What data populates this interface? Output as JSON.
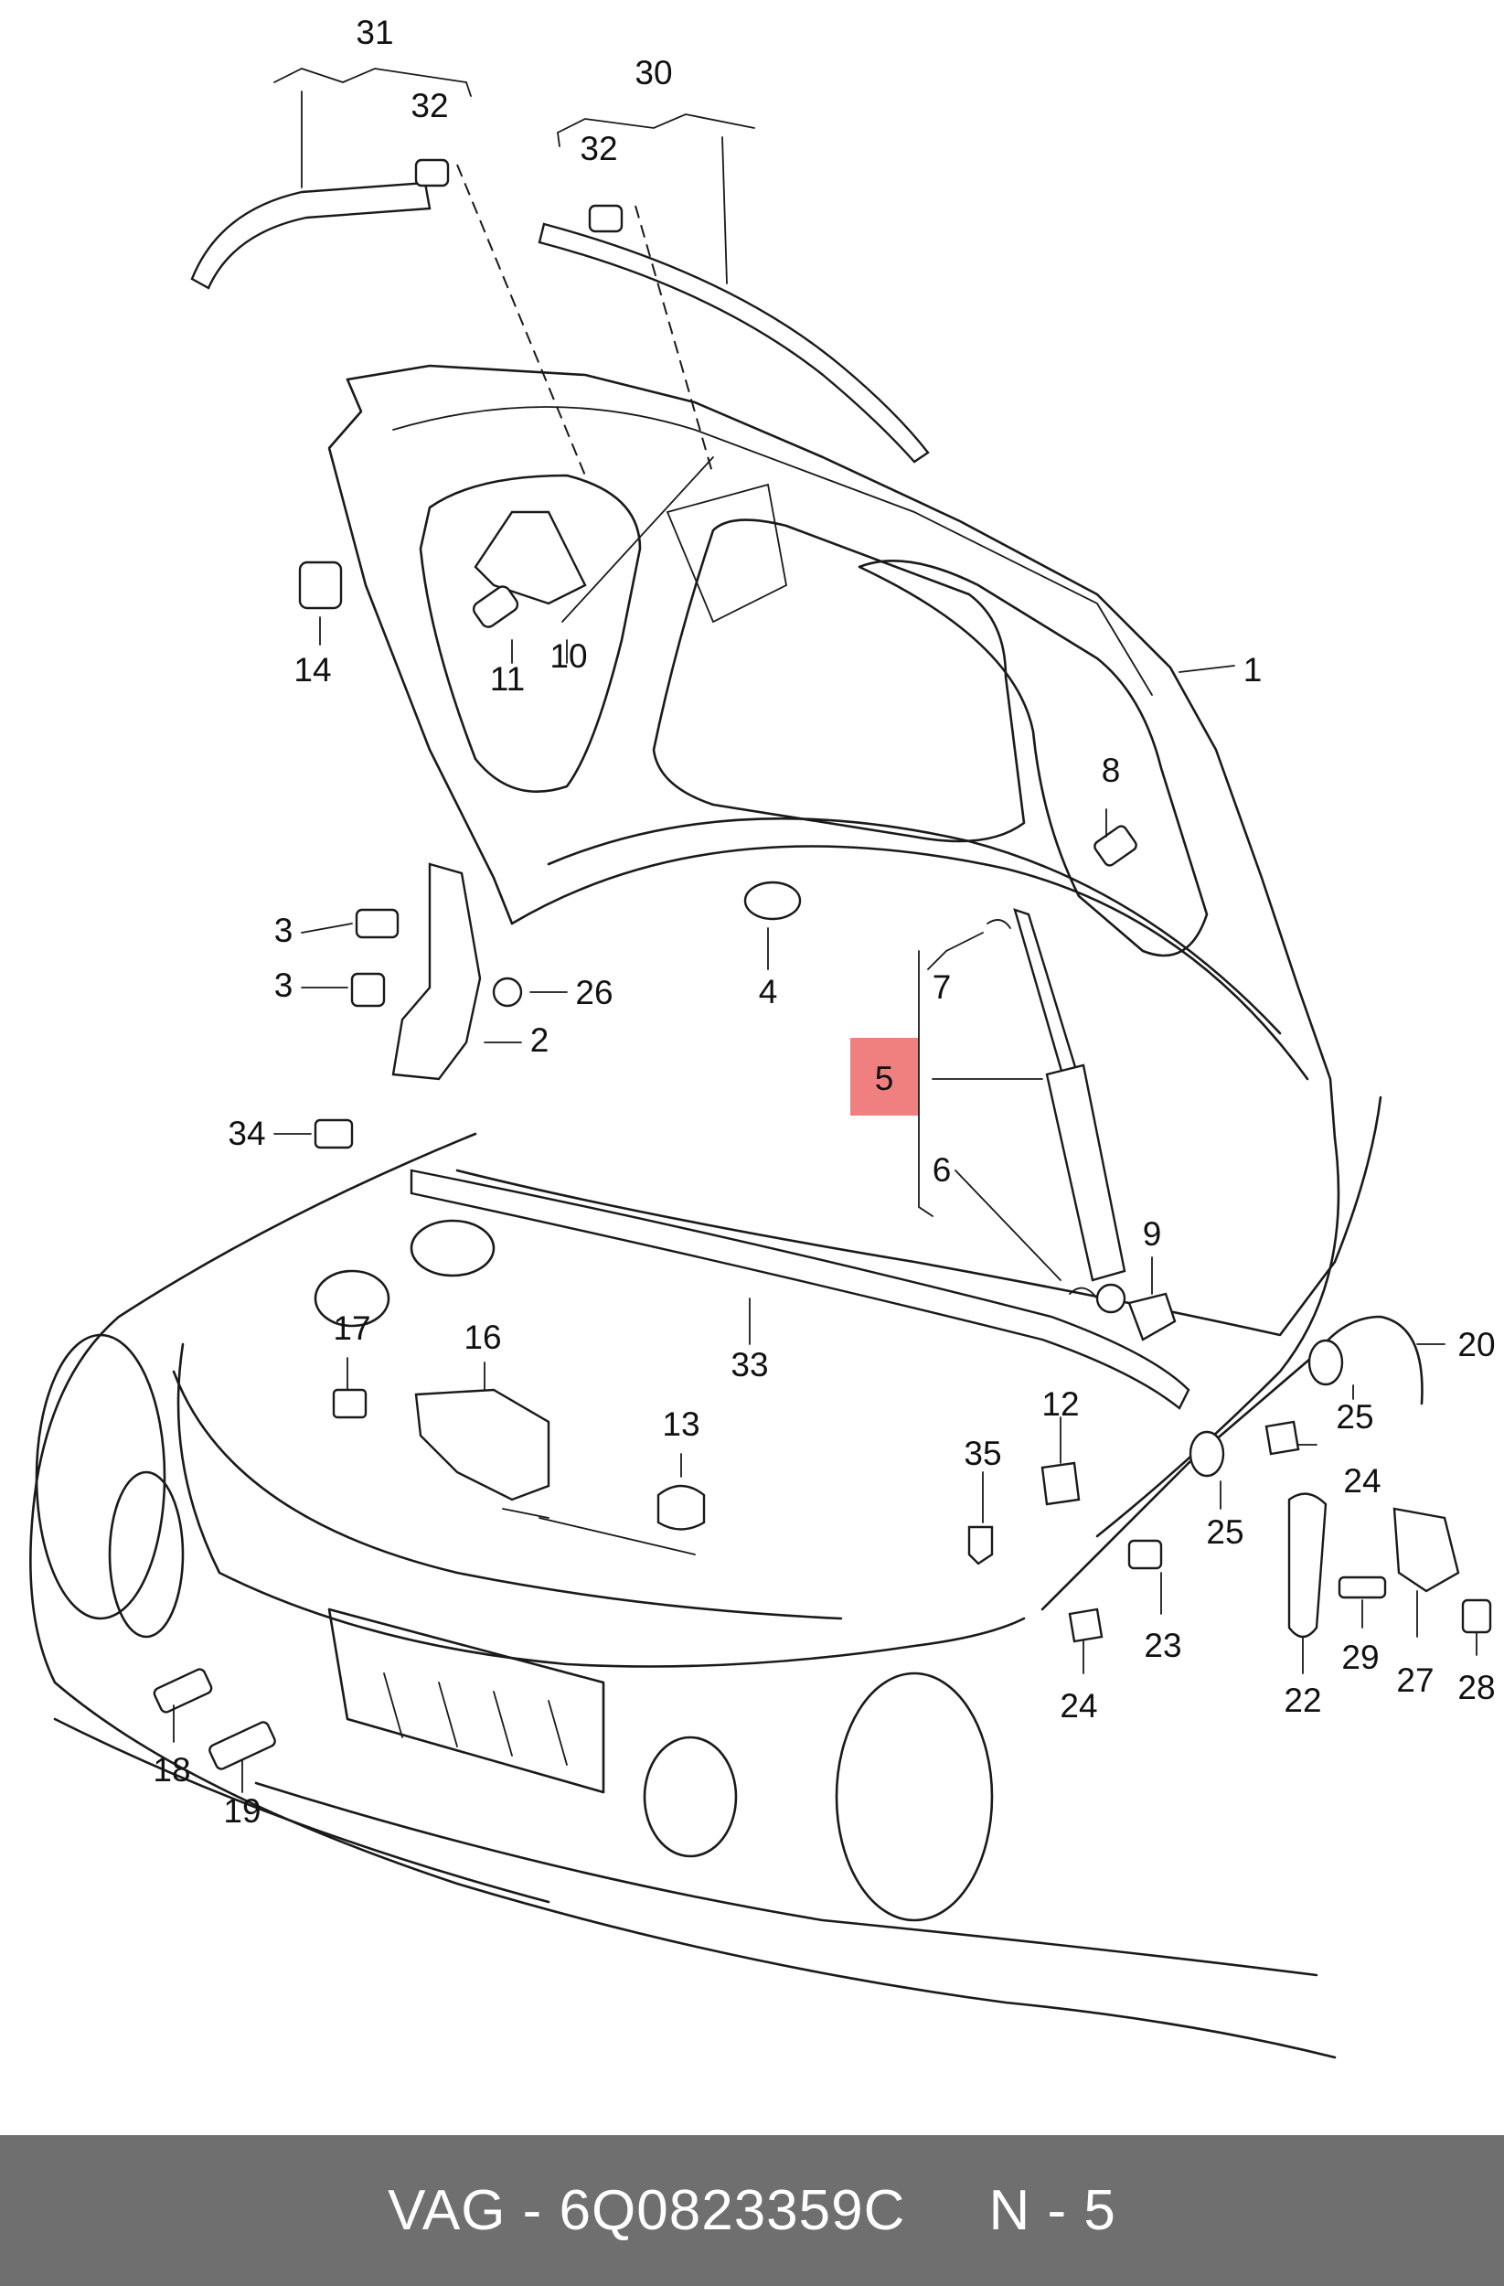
{
  "callouts": {
    "c1": "1",
    "c2": "2",
    "c3a": "3",
    "c3b": "3",
    "c4": "4",
    "c5": "5",
    "c6": "6",
    "c7": "7",
    "c8": "8",
    "c9": "9",
    "c10": "10",
    "c11": "11",
    "c12": "12",
    "c13": "13",
    "c14": "14",
    "c16": "16",
    "c17": "17",
    "c18": "18",
    "c19": "19",
    "c20": "20",
    "c22": "22",
    "c23": "23",
    "c24a": "24",
    "c24b": "24",
    "c25a": "25",
    "c25b": "25",
    "c26": "26",
    "c27": "27",
    "c28": "28",
    "c29": "29",
    "c30": "30",
    "c31": "31",
    "c32a": "32",
    "c32b": "32",
    "c33": "33",
    "c34": "34",
    "c35": "35"
  },
  "highlight_color": "#f08080",
  "footer": {
    "text": "VAG - 6Q0823359C     N - 5"
  }
}
